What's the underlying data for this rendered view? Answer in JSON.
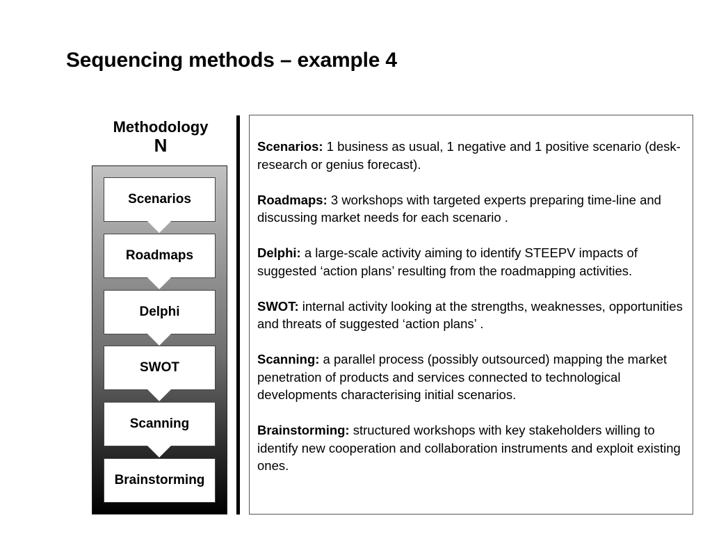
{
  "slide": {
    "title": "Sequencing methods – example 4"
  },
  "methodology": {
    "label_line1": "Methodology",
    "label_line2": "N",
    "steps": [
      "Scenarios",
      "Roadmaps",
      "Delphi",
      "SWOT",
      "Scanning",
      "Brainstorming"
    ]
  },
  "descriptions": [
    {
      "term": "Scenarios:",
      "text": " 1 business as usual, 1 negative and 1 positive scenario (desk-research or genius forecast)."
    },
    {
      "term": "Roadmaps:",
      "text": " 3 workshops with targeted experts preparing time-line and discussing market needs for each scenario ."
    },
    {
      "term": "Delphi:",
      "text": " a large-scale activity aiming to identify STEEPV impacts of suggested ‘action plans’ resulting from the roadmapping activities."
    },
    {
      "term": "SWOT:",
      "text": " internal activity looking at the strengths, weaknesses, opportunities and threats of suggested ‘action plans’ ."
    },
    {
      "term": "Scanning:",
      "text": " a parallel process (possibly outsourced) mapping the market penetration of products and services connected to technological developments characterising initial scenarios."
    },
    {
      "term": "Brainstorming:",
      "text": " structured workshops with key stakeholders willing to identify new cooperation and collaboration instruments and exploit existing ones."
    }
  ]
}
